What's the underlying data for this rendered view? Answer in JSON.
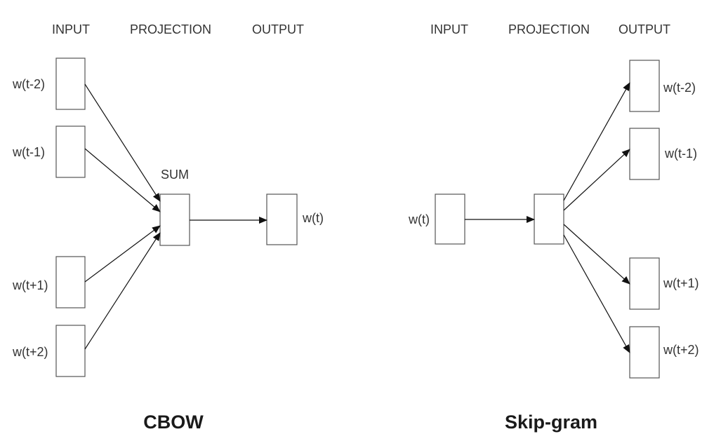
{
  "cbow": {
    "title": "CBOW",
    "header_input": "INPUT",
    "header_projection": "PROJECTION",
    "header_output": "OUTPUT",
    "sum_label": "SUM",
    "inputs": [
      "w(t-2)",
      "w(t-1)",
      "w(t+1)",
      "w(t+2)"
    ],
    "output": "w(t)"
  },
  "skipgram": {
    "title": "Skip-gram",
    "header_input": "INPUT",
    "header_projection": "PROJECTION",
    "header_output": "OUTPUT",
    "input": "w(t)",
    "outputs": [
      "w(t-2)",
      "w(t-1)",
      "w(t+1)",
      "w(t+2)"
    ]
  },
  "colors": {
    "box_stroke": "#555555",
    "arrow": "#111111",
    "text": "#333333"
  }
}
